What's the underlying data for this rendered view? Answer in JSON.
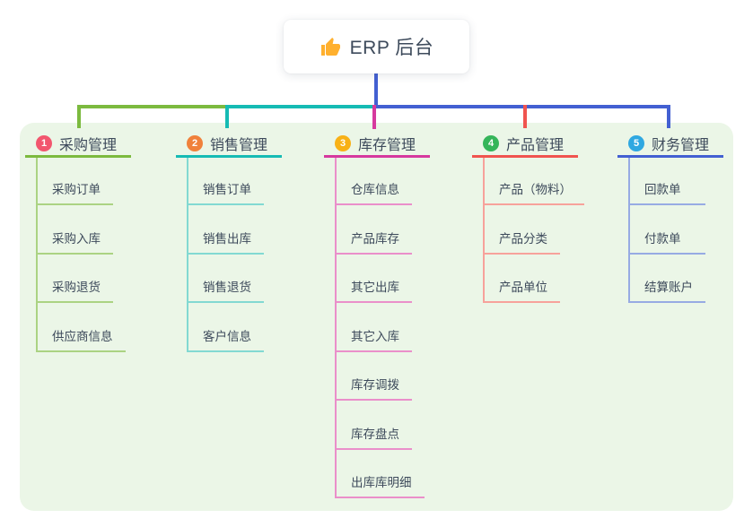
{
  "root": {
    "title": "ERP 后台",
    "icon": "thumbs-up",
    "icon_color": "#FFB02E"
  },
  "canvas": {
    "background": "#FFFFFF",
    "panel_background": "#EBF6E7"
  },
  "branches": [
    {
      "number": "1",
      "label": "采购管理",
      "colors": {
        "badge": "#F2566E",
        "accent": "#7CBA3F",
        "light": "#ABD383"
      },
      "items": [
        "采购订单",
        "采购入库",
        "采购退货",
        "供应商信息"
      ]
    },
    {
      "number": "2",
      "label": "销售管理",
      "colors": {
        "badge": "#F0813B",
        "accent": "#16BBB4",
        "light": "#82D9D2"
      },
      "items": [
        "销售订单",
        "销售出库",
        "销售退货",
        "客户信息"
      ]
    },
    {
      "number": "3",
      "label": "库存管理",
      "colors": {
        "badge": "#F8B116",
        "accent": "#D6399E",
        "light": "#EA8FCA"
      },
      "items": [
        "仓库信息",
        "产品库存",
        "其它出库",
        "其它入库",
        "库存调拨",
        "库存盘点",
        "出库库明细"
      ]
    },
    {
      "number": "4",
      "label": "产品管理",
      "colors": {
        "badge": "#35B55A",
        "accent": "#F0544F",
        "light": "#F7A29B"
      },
      "items": [
        "产品（物料）",
        "产品分类",
        "产品单位"
      ]
    },
    {
      "number": "5",
      "label": "财务管理",
      "colors": {
        "badge": "#2FA8E1",
        "accent": "#4360D2",
        "light": "#97ABE3"
      },
      "items": [
        "回款单",
        "付款单",
        "结算账户"
      ]
    }
  ]
}
